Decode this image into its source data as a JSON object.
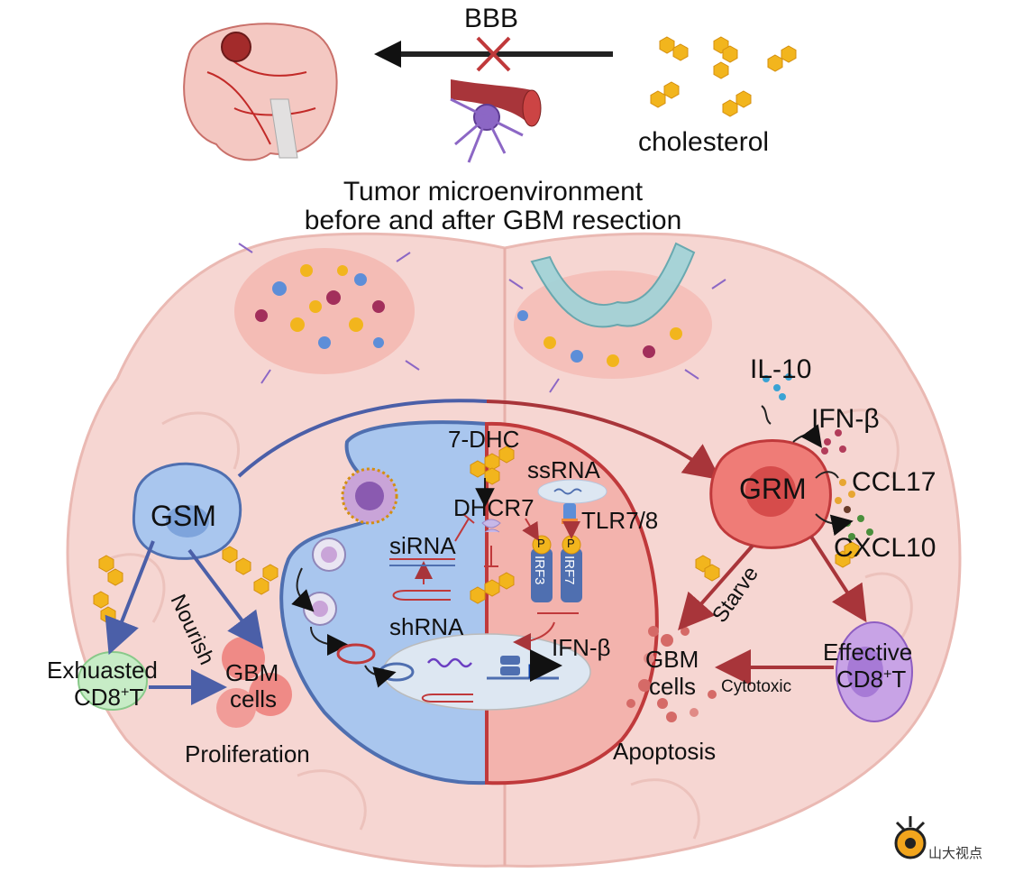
{
  "labels": {
    "bbb": "BBB",
    "cholesterol": "cholesterol",
    "title_line1": "Tumor microenvironment",
    "title_line2": "before and after GBM resection",
    "il10": "IL-10",
    "ifnb_top": "IFN-β",
    "ccl17": "CCL17",
    "cxcl10": "CXCL10",
    "grm": "GRM",
    "gsm": "GSM",
    "seven_dhc": "7-DHC",
    "ssrna": "ssRNA",
    "dhcr7": "DHCR7",
    "tlr78": "TLR7/8",
    "sirna": "siRNA",
    "shrna": "shRNA",
    "ifnb_mid": "IFN-β",
    "irf3": "IRF3",
    "irf7": "IRF7",
    "p_mark": "P",
    "nourish": "Nourish",
    "starve": "Starve",
    "exhausted_l1": "Exhuasted",
    "exhausted_l2": "CD8",
    "exhausted_sup": "+",
    "exhausted_t": "T",
    "gbm_left_l1": "GBM",
    "gbm_left_l2": "cells",
    "gbm_right_l1": "GBM",
    "gbm_right_l2": "cells",
    "effective_l1": "Effective",
    "effective_l2": "CD8",
    "effective_sup": "+",
    "effective_t": "T",
    "cytotoxic": "Cytotoxic",
    "proliferation": "Proliferation",
    "apoptosis": "Apoptosis",
    "watermark": "山大视点"
  },
  "colors": {
    "brain_pink": "#f6d6d2",
    "brain_line": "#e9b8b2",
    "blue_cell": "#a9c6ee",
    "blue_line": "#4f6fb0",
    "red_cell": "#f3b3ad",
    "red_line": "#c0393b",
    "arrow_blue": "#4b5fa8",
    "arrow_red": "#a8353a",
    "cholesterol": "#f2b51d",
    "cholesterol_dark": "#d48f10"
  }
}
